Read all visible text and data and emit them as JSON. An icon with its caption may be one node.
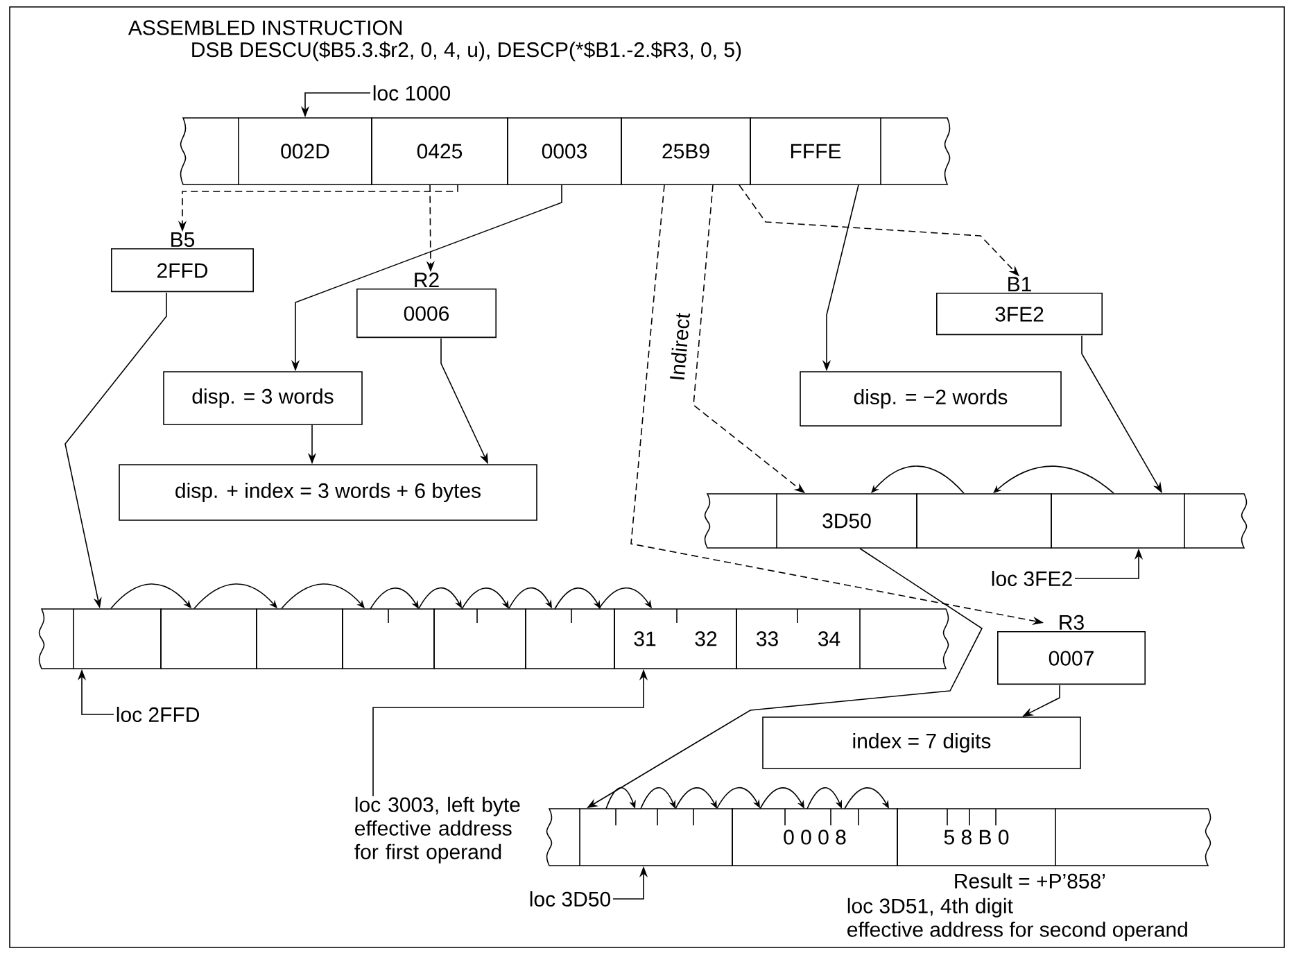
{
  "diagram": {
    "title": "ASSEMBLED INSTRUCTION",
    "nodes": [
      {
        "text": [
          "loc 1000"
        ]
      },
      {
        "text": [
          "002D"
        ]
      },
      {
        "text": [
          "0425"
        ]
      },
      {
        "text": [
          "0003"
        ]
      },
      {
        "text": [
          "25B9"
        ]
      },
      {
        "text": [
          "FFFE"
        ]
      },
      {
        "text": [
          "B5",
          "2FFD"
        ]
      },
      {
        "text": [
          "R2",
          "0006"
        ]
      },
      {
        "text": [
          "B1",
          "3FE2"
        ]
      },
      {
        "text": [
          "disp. = 3 words"
        ]
      },
      {
        "text": [
          "disp. = −2 words"
        ]
      },
      {
        "text": [
          "disp. + index = 3 words + 6 bytes"
        ]
      },
      {
        "text": [
          "3D50"
        ]
      },
      {
        "text": [],
        "shape": "box"
      },
      {
        "text": [],
        "shape": "box"
      },
      {
        "text": [
          "loc 3FE2"
        ]
      },
      {
        "text": [],
        "shape": "box"
      },
      {
        "text": [],
        "shape": "box"
      },
      {
        "text": [],
        "shape": "box"
      },
      {
        "text": [],
        "shape": "box"
      },
      {
        "text": [],
        "shape": "box"
      },
      {
        "text": [],
        "shape": "box"
      },
      {
        "text": [
          "31",
          "32"
        ]
      },
      {
        "text": [
          "33",
          "34"
        ]
      },
      {
        "text": [
          "loc 2FFD"
        ]
      },
      {
        "text": [
          "R3",
          "0007"
        ]
      },
      {
        "text": [
          "index = 7 digits"
        ]
      },
      {
        "text": [
          "loc 3003, left byte effective address for first operand"
        ]
      },
      {
        "text": [],
        "shape": "box"
      },
      {
        "text": [
          "0 0 0 8"
        ]
      },
      {
        "text": [
          "5 8 B 0"
        ]
      },
      {
        "text": [
          "loc 3D50"
        ]
      }
    ],
    "edges": [
      {
        "from": 0,
        "to": 1,
        "arrow": "to"
      },
      {
        "from": 2,
        "to": 6,
        "arrow": "to",
        "style": "dashed"
      },
      {
        "from": 2,
        "to": 7,
        "arrow": "to",
        "style": "dashed"
      },
      {
        "from": 3,
        "to": 9,
        "arrow": "to"
      },
      {
        "from": 4,
        "to": 12,
        "arrow": "to",
        "style": "dashed",
        "label": "Indirect"
      },
      {
        "from": 4,
        "to": 25,
        "arrow": "to",
        "style": "dashed"
      },
      {
        "from": 4,
        "to": 8,
        "arrow": "to",
        "style": "dashed"
      },
      {
        "from": 5,
        "to": 10,
        "arrow": "to"
      },
      {
        "from": 9,
        "to": 11,
        "arrow": "to"
      },
      {
        "from": 7,
        "to": 11,
        "arrow": "to"
      },
      {
        "from": 8,
        "to": 14,
        "arrow": "to"
      },
      {
        "from": 15,
        "to": 14,
        "arrow": "to"
      },
      {
        "from": 6,
        "to": 16,
        "arrow": "to"
      },
      {
        "from": 24,
        "to": 16,
        "arrow": "to"
      },
      {
        "from": 27,
        "to": 22,
        "arrow": "to"
      },
      {
        "from": 12,
        "to": 28,
        "arrow": "to"
      },
      {
        "from": 25,
        "to": 26,
        "arrow": "to"
      },
      {
        "from": 31,
        "to": 28,
        "arrow": "to"
      },
      {
        "from": 16,
        "to": 17,
        "arrow": "to"
      },
      {
        "from": 17,
        "to": 18,
        "arrow": "to"
      },
      {
        "from": 18,
        "to": 19,
        "arrow": "to"
      },
      {
        "from": 19,
        "to": 20,
        "arrow": "to"
      },
      {
        "from": 20,
        "to": 21,
        "arrow": "to"
      },
      {
        "from": 21,
        "to": 22,
        "arrow": "to"
      },
      {
        "from": 14,
        "to": 13,
        "arrow": "to"
      },
      {
        "from": 13,
        "to": 12,
        "arrow": "to"
      },
      {
        "from": 28,
        "to": 29,
        "arrow": "to"
      }
    ],
    "labels": [
      "DSB DESCU($B5.3.$r2, 0, 4, u), DESCP(*$B1.-2.$R3, 0, 5)",
      "Result = +P’858’",
      "loc 3D51, 4th digit effective address for second operand"
    ]
  }
}
